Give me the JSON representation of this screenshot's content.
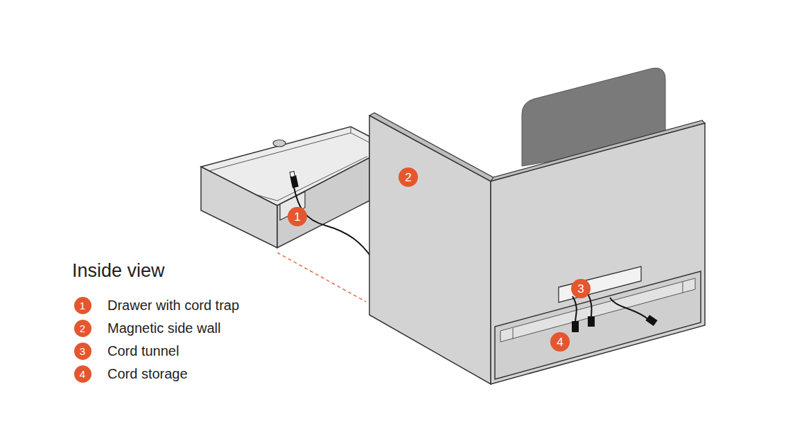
{
  "diagram": {
    "title": "Inside view",
    "nodes": [
      {
        "text": [
          "1"
        ]
      },
      {
        "text": [
          "2"
        ]
      },
      {
        "text": [
          "3"
        ]
      },
      {
        "text": [
          "4"
        ]
      },
      {
        "text": [
          "1"
        ]
      },
      {
        "text": [
          "2"
        ]
      },
      {
        "text": [
          "3"
        ]
      },
      {
        "text": [
          "4"
        ]
      }
    ],
    "legend": [
      {
        "text": "Drawer with cord trap"
      },
      {
        "text": "Magnetic side wall"
      },
      {
        "text": "Cord tunnel"
      },
      {
        "text": "Cord storage"
      }
    ]
  }
}
